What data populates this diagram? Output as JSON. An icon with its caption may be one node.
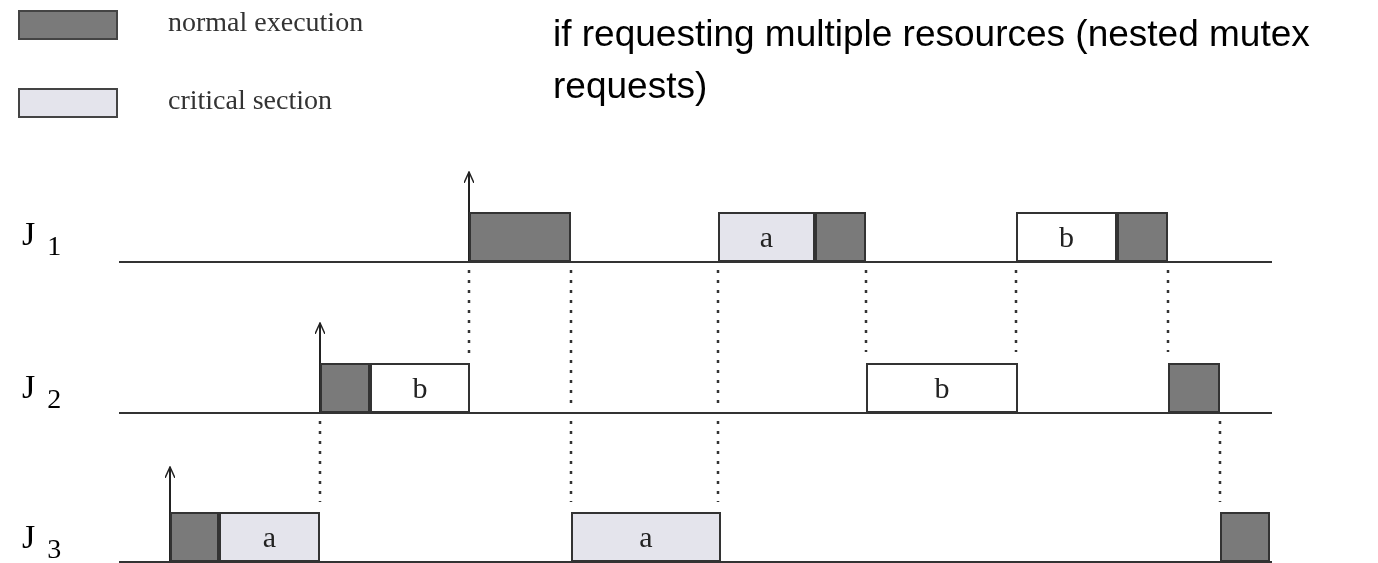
{
  "diagram": {
    "title": "if requesting multiple resources (nested mutex requests)",
    "nodes": [
      {
        "text": [],
        "shape": "box"
      },
      {
        "text": [
          "a"
        ]
      },
      {
        "text": [],
        "shape": "box"
      },
      {
        "text": [
          "b"
        ]
      },
      {
        "text": [],
        "shape": "box"
      },
      {
        "text": [],
        "shape": "box"
      },
      {
        "text": [
          "b"
        ]
      },
      {
        "text": [
          "b"
        ]
      },
      {
        "text": [],
        "shape": "box"
      },
      {
        "text": [],
        "shape": "box"
      },
      {
        "text": [
          "a"
        ]
      },
      {
        "text": [
          "a"
        ]
      },
      {
        "text": [],
        "shape": "box"
      }
    ],
    "edges": [],
    "labels": [
      "J$_{1}$",
      "J$_{2}$",
      "J$_{3}$"
    ],
    "legend": [
      {
        "text": "normal execution",
        "color": "#7a7a7a"
      },
      {
        "text": "critical section",
        "color": "#e4e4ec"
      }
    ]
  }
}
